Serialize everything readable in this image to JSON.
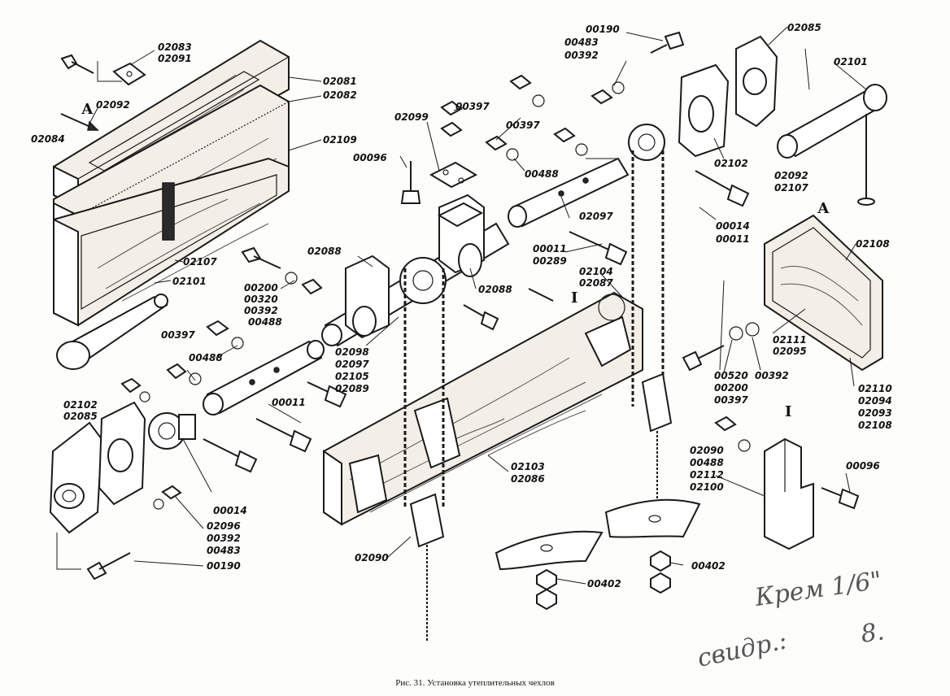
{
  "figure": {
    "caption": "Рис. 31. Установка утеплительных чехлов",
    "section_labels": {
      "a_left": "А",
      "a_right": "А",
      "i_top": "I",
      "i_detail": "I"
    },
    "handwriting": {
      "line1": "Крем 1/6\"",
      "line2": "8.",
      "line3": "свидр.:"
    }
  },
  "callouts": [
    {
      "id": "c1",
      "lines": [
        "02083",
        "02091"
      ]
    },
    {
      "id": "c2",
      "lines": [
        "02081",
        "02082"
      ]
    },
    {
      "id": "c3",
      "lines": [
        "02092"
      ]
    },
    {
      "id": "c4",
      "lines": [
        "02084"
      ]
    },
    {
      "id": "c5",
      "lines": [
        "02109"
      ]
    },
    {
      "id": "c6",
      "lines": [
        "02107"
      ]
    },
    {
      "id": "c7",
      "lines": [
        "02101"
      ]
    },
    {
      "id": "c8",
      "lines": [
        "00200",
        "00320",
        "00392"
      ]
    },
    {
      "id": "c9",
      "lines": [
        "00397"
      ]
    },
    {
      "id": "c10",
      "lines": [
        "00488"
      ]
    },
    {
      "id": "c11",
      "lines": [
        "00488"
      ]
    },
    {
      "id": "c12",
      "lines": [
        "02102",
        "02085"
      ]
    },
    {
      "id": "c13",
      "lines": [
        "00011"
      ]
    },
    {
      "id": "c14",
      "lines": [
        "00014"
      ]
    },
    {
      "id": "c15",
      "lines": [
        "02096",
        "00392",
        "00483"
      ]
    },
    {
      "id": "c16",
      "lines": [
        "00190"
      ]
    },
    {
      "id": "c17",
      "lines": [
        "02088"
      ]
    },
    {
      "id": "c18",
      "lines": [
        "02088"
      ]
    },
    {
      "id": "c19",
      "lines": [
        "02098",
        "02097",
        "02105",
        "02089"
      ]
    },
    {
      "id": "c20",
      "lines": [
        "02090"
      ]
    },
    {
      "id": "c21",
      "lines": [
        "00096"
      ]
    },
    {
      "id": "c22",
      "lines": [
        "02099"
      ]
    },
    {
      "id": "c23",
      "lines": [
        "00397"
      ]
    },
    {
      "id": "c24",
      "lines": [
        "00397"
      ]
    },
    {
      "id": "c25",
      "lines": [
        "00488"
      ]
    },
    {
      "id": "c26",
      "lines": [
        "02097"
      ]
    },
    {
      "id": "c27",
      "lines": [
        "00011",
        "00289"
      ]
    },
    {
      "id": "c28",
      "lines": [
        "02104",
        "02087"
      ]
    },
    {
      "id": "c29",
      "lines": [
        "02103",
        "02086"
      ]
    },
    {
      "id": "c30",
      "lines": [
        "00190",
        "00483",
        "00392"
      ]
    },
    {
      "id": "c31",
      "lines": [
        "02085"
      ]
    },
    {
      "id": "c32",
      "lines": [
        "02101"
      ]
    },
    {
      "id": "c33",
      "lines": [
        "02102"
      ]
    },
    {
      "id": "c34",
      "lines": [
        "00014",
        "00011"
      ]
    },
    {
      "id": "c35",
      "lines": [
        "02092",
        "02107"
      ]
    },
    {
      "id": "c36",
      "lines": [
        "02108"
      ]
    },
    {
      "id": "c37",
      "lines": [
        "02111",
        "02095"
      ]
    },
    {
      "id": "c38",
      "lines": [
        "00520",
        "00200",
        "00397"
      ]
    },
    {
      "id": "c39",
      "lines": [
        "00392"
      ]
    },
    {
      "id": "c40",
      "lines": [
        "02110",
        "02094",
        "02093",
        "02108"
      ]
    },
    {
      "id": "c41",
      "lines": [
        "02090",
        "00488",
        "02112",
        "02100"
      ]
    },
    {
      "id": "c42",
      "lines": [
        "00096"
      ]
    },
    {
      "id": "c43",
      "lines": [
        "00402"
      ]
    },
    {
      "id": "c44",
      "lines": [
        "00402"
      ]
    }
  ]
}
